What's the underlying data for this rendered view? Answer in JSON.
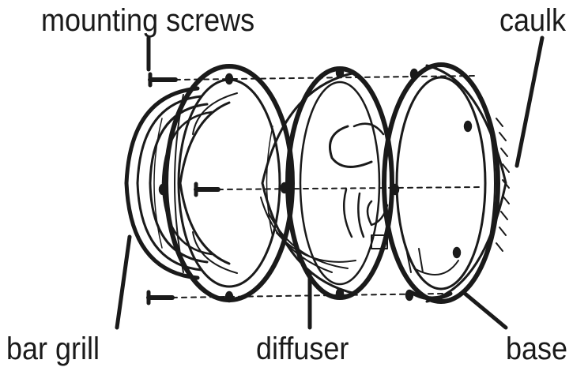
{
  "labels": {
    "mounting_screws": "mounting screws",
    "caulk": "caulk",
    "bar_grill": "bar grill",
    "diffuser": "diffuser",
    "base": "base"
  },
  "colors": {
    "ink": "#1a1a1a",
    "background": "#ffffff"
  }
}
